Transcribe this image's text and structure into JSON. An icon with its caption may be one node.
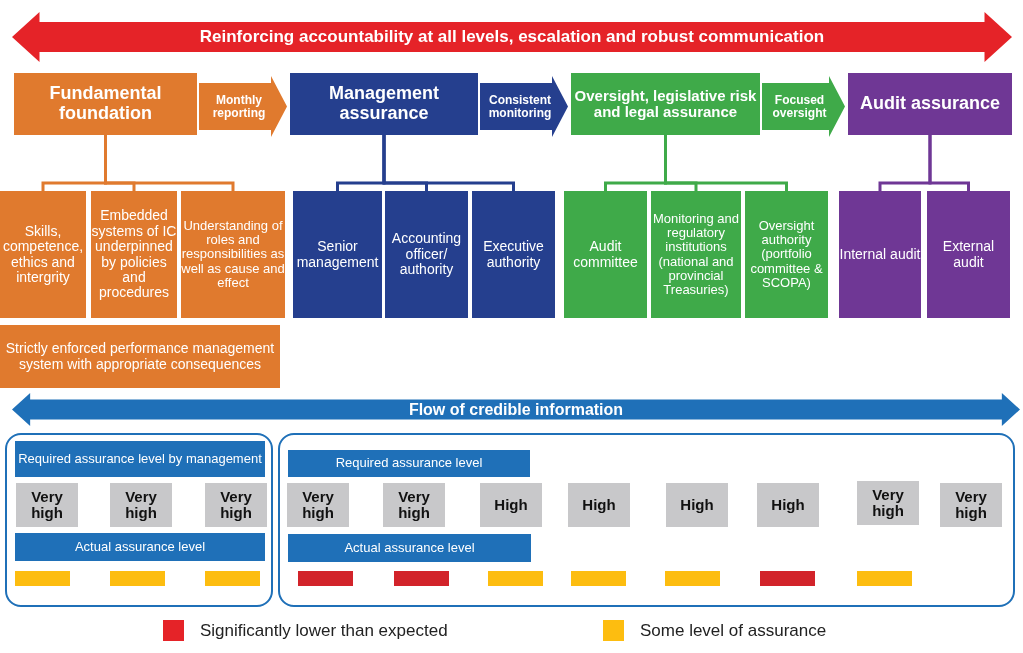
{
  "diagram": {
    "nodes": [
      {
        "text": [
          "Reinforcing accountability at all levels, escalation and robust communication"
        ]
      },
      {
        "text": [
          "Fundamental foundation"
        ]
      },
      {
        "text": [
          "Management assurance"
        ]
      },
      {
        "text": [
          "Oversight, legislative risk and legal assurance"
        ]
      },
      {
        "text": [
          "Audit assurance"
        ]
      },
      {
        "text": [
          "Skills, competence, ethics and intergrity"
        ]
      },
      {
        "text": [
          "Embedded systems of IC underpinned by policies and procedures"
        ]
      },
      {
        "text": [
          "Understanding of roles and responsibilities as well as cause and effect"
        ]
      },
      {
        "text": [
          "Strictly enforced performance management system with appropriate consequences"
        ]
      },
      {
        "text": [
          "Senior management"
        ]
      },
      {
        "text": [
          "Accounting officer/ authority"
        ]
      },
      {
        "text": [
          "Executive authority"
        ]
      },
      {
        "text": [
          "Audit committee"
        ]
      },
      {
        "text": [
          "Monitoring and regulatory institutions (national and provincial Treasuries)"
        ]
      },
      {
        "text": [
          "Oversight authority (portfolio committee & SCOPA)"
        ]
      },
      {
        "text": [
          "Internal audit"
        ]
      },
      {
        "text": [
          "External audit"
        ]
      },
      {
        "text": [
          "Flow of credible information"
        ]
      },
      {
        "text": [],
        "shape": "box"
      },
      {
        "text": [
          "Required assurance level by management"
        ],
        "in": 18
      },
      {
        "text": [
          "Very high"
        ],
        "in": 18
      },
      {
        "text": [
          "Very high"
        ],
        "in": 18
      },
      {
        "text": [
          "Very high"
        ],
        "in": 18
      },
      {
        "text": [
          "Actual assurance level"
        ],
        "in": 18
      },
      {
        "text": [],
        "shape": "bar",
        "in": 18
      },
      {
        "text": [],
        "shape": "bar",
        "in": 18
      },
      {
        "text": [],
        "shape": "bar",
        "in": 18
      },
      {
        "text": [],
        "shape": "box"
      },
      {
        "text": [
          "Required assurance level"
        ],
        "in": 27
      },
      {
        "text": [
          "Very high"
        ],
        "in": 27
      },
      {
        "text": [
          "Very high"
        ],
        "in": 27
      },
      {
        "text": [
          "High"
        ],
        "in": 27
      },
      {
        "text": [
          "High"
        ],
        "in": 27
      },
      {
        "text": [
          "High"
        ],
        "in": 27
      },
      {
        "text": [
          "High"
        ],
        "in": 27
      },
      {
        "text": [
          "Very high"
        ],
        "in": 27
      },
      {
        "text": [
          "Very high"
        ],
        "in": 27
      },
      {
        "text": [
          "Actual assurance level"
        ],
        "in": 27
      },
      {
        "text": [],
        "shape": "bar",
        "in": 27
      },
      {
        "text": [],
        "shape": "bar",
        "in": 27
      },
      {
        "text": [],
        "shape": "bar",
        "in": 27
      },
      {
        "text": [],
        "shape": "bar",
        "in": 27
      },
      {
        "text": [],
        "shape": "bar",
        "in": 27
      },
      {
        "text": [],
        "shape": "bar",
        "in": 27
      },
      {
        "text": [],
        "shape": "bar",
        "in": 27
      }
    ],
    "edges": [
      {
        "from": 1,
        "to": 2,
        "arrow": "to",
        "label": "Monthly reporting",
        "color": "#e07a2e"
      },
      {
        "from": 2,
        "to": 3,
        "arrow": "to",
        "label": "Consistent monitoring",
        "color": "#253f8e"
      },
      {
        "from": 3,
        "to": 4,
        "arrow": "to",
        "label": "Focused oversight",
        "color": "#3faa49"
      },
      {
        "from": 1,
        "to": 5,
        "arrow": "none",
        "color": "#e07a2e"
      },
      {
        "from": 1,
        "to": 6,
        "arrow": "none",
        "color": "#e07a2e"
      },
      {
        "from": 1,
        "to": 7,
        "arrow": "none",
        "color": "#e07a2e"
      },
      {
        "from": 2,
        "to": 9,
        "arrow": "none",
        "color": "#253f8e"
      },
      {
        "from": 2,
        "to": 10,
        "arrow": "none",
        "color": "#253f8e"
      },
      {
        "from": 2,
        "to": 11,
        "arrow": "none",
        "color": "#253f8e"
      },
      {
        "from": 3,
        "to": 12,
        "arrow": "none",
        "color": "#3faa49"
      },
      {
        "from": 3,
        "to": 13,
        "arrow": "none",
        "color": "#3faa49"
      },
      {
        "from": 3,
        "to": 14,
        "arrow": "none",
        "color": "#3faa49"
      },
      {
        "from": 4,
        "to": 15,
        "arrow": "none",
        "color": "#6f3795"
      },
      {
        "from": 4,
        "to": 16,
        "arrow": "none",
        "color": "#6f3795"
      }
    ],
    "legend": [
      {
        "text": "Significantly lower than expected",
        "color": "#e52328"
      },
      {
        "text": "Some level of assurance",
        "color": "#fdbd10"
      }
    ]
  }
}
